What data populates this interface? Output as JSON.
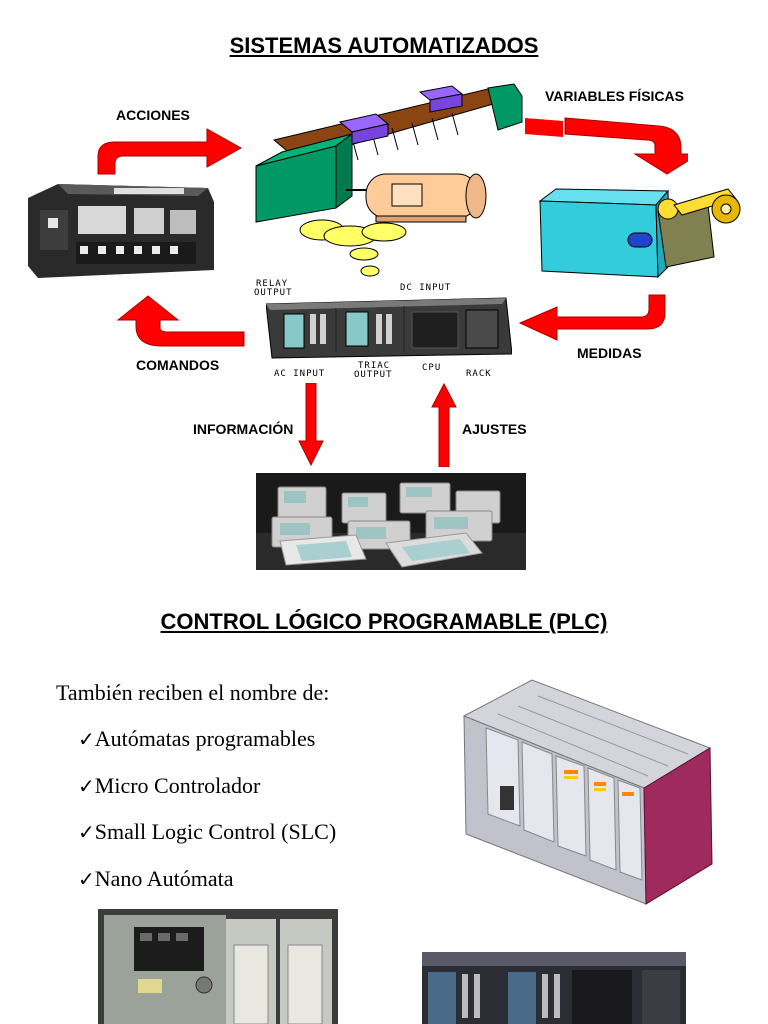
{
  "top": {
    "title": "SISTEMAS AUTOMATIZADOS",
    "acciones": "ACCIONES",
    "variables": "VARIABLES FÍSICAS",
    "comandos": "COMANDOS",
    "medidas": "MEDIDAS",
    "informacion": "INFORMACIÓN",
    "ajustes": "AJUSTES",
    "plc_labels": {
      "relay": "RELAY",
      "output": "OUTPUT",
      "dc_input": "DC INPUT",
      "ac_input": "AC INPUT",
      "triac": "TRIAC",
      "triac_output": "OUTPUT",
      "cpu": "CPU",
      "rack": "RACK"
    }
  },
  "bottom": {
    "title": "CONTROL LÓGICO PROGRAMABLE (PLC)",
    "bullet_glyph": "",
    "intro": "También reciben el nombre de:",
    "check_glyph": "✓",
    "items": [
      "Autómatas programables",
      "Micro Controlador",
      "Small Logic Control (SLC)",
      "Nano Autómata"
    ]
  },
  "colors": {
    "arrow_red": "#ff0000",
    "conveyor_green": "#009966",
    "sensor_cyan": "#33ccdd",
    "cloud_yellow": "#ffff66"
  }
}
